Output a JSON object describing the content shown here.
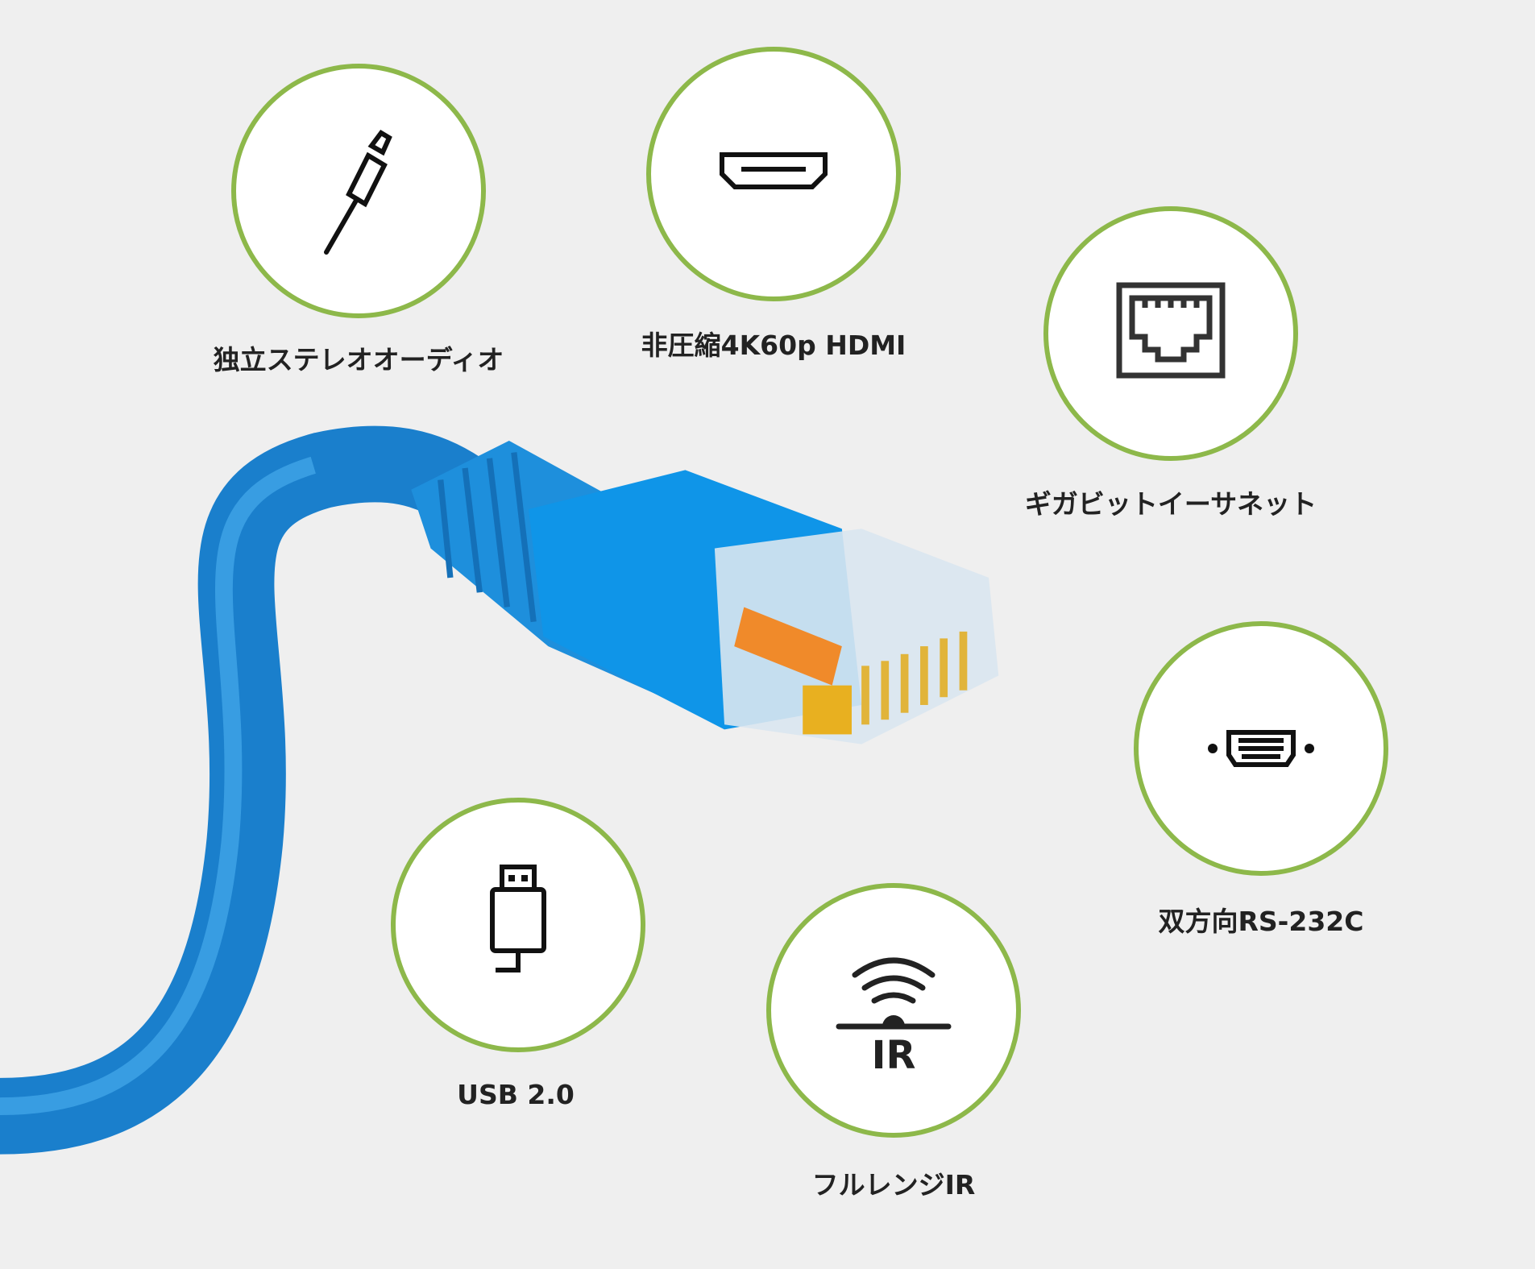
{
  "features": [
    {
      "id": "audio",
      "label": "独立ステレオオーディオ",
      "icon": "audio-jack-icon"
    },
    {
      "id": "hdmi",
      "label": "非圧縮4K60p HDMI",
      "icon": "hdmi-port-icon"
    },
    {
      "id": "ethernet",
      "label": "ギガビットイーサネット",
      "icon": "ethernet-port-icon"
    },
    {
      "id": "rs232",
      "label": "双方向RS-232C",
      "icon": "serial-port-icon"
    },
    {
      "id": "usb",
      "label": "USB 2.0",
      "icon": "usb-plug-icon"
    },
    {
      "id": "ir",
      "label": "フルレンジIR",
      "icon": "ir-signal-icon",
      "icon_text": "IR"
    }
  ],
  "colors": {
    "accent": "#8db84a",
    "cable": "#1e8fdc",
    "background": "#efefef"
  }
}
